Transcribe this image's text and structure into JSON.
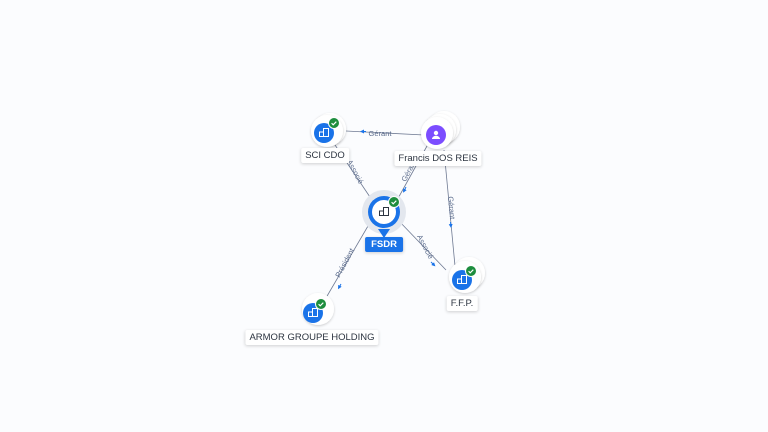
{
  "nodes": {
    "sci_cdo": {
      "label": "SCI CDO",
      "type": "company",
      "verified": true
    },
    "francis": {
      "label": "Francis DOS REIS",
      "type": "person",
      "verified": false
    },
    "fsdr": {
      "label": "FSDR",
      "type": "company",
      "verified": true,
      "main": true
    },
    "ffp": {
      "label": "F.F.P.",
      "type": "company",
      "verified": true
    },
    "armor": {
      "label": "ARMOR GROUPE HOLDING",
      "type": "company",
      "verified": true
    }
  },
  "edges": {
    "francis_sci": "Gérant",
    "sci_fsdr": "Associé",
    "francis_fsdr": "Gérant",
    "francis_ffp": "Gérant",
    "fsdr_ffp": "Associé",
    "armor_fsdr": "Président"
  },
  "colors": {
    "company": "#1a73e8",
    "person": "#7c4dff",
    "verified": "#1e8e3e",
    "edge": "#6f7a93"
  },
  "icons": {
    "company": "building-icon",
    "person": "person-icon",
    "verified": "check-badge-icon"
  }
}
